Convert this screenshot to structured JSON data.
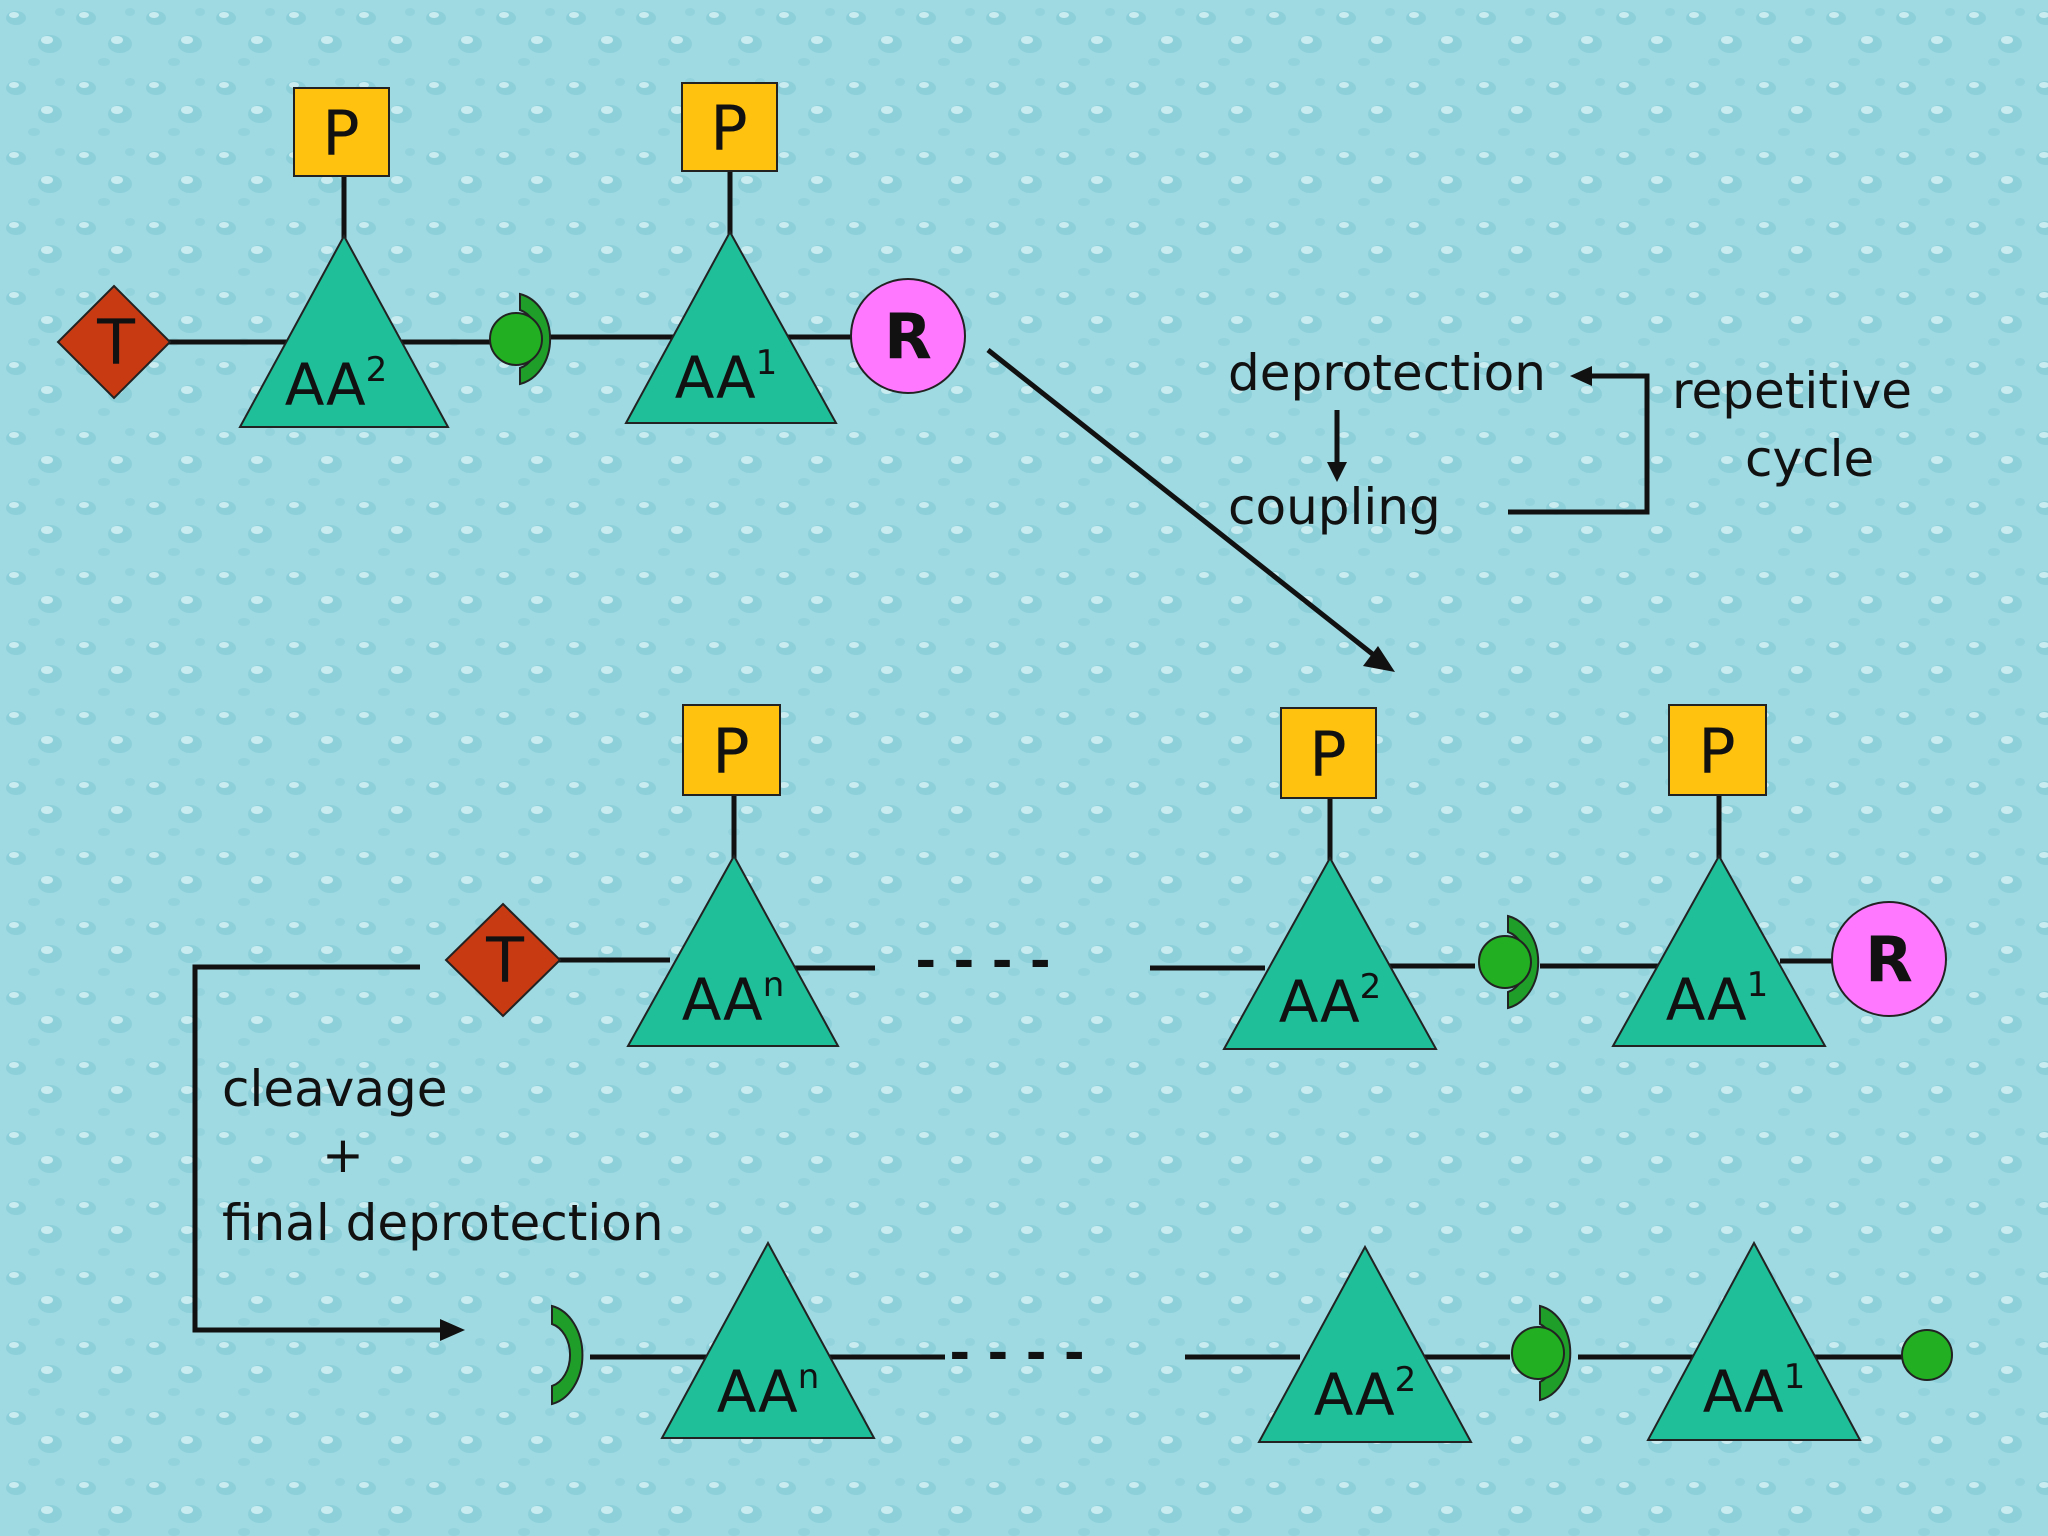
{
  "colors": {
    "background": "#9fd9e2",
    "background_dark": "#7cc4d2",
    "triangle": "#1fbf9a",
    "protect_box": "#ffc20e",
    "linker_diamond": "#c83a12",
    "resin_circle": "#ff78ff",
    "bond_green": "#22b022",
    "bond_cap": "#1f9f2a",
    "line": "#111111"
  },
  "labels": {
    "protect": "P",
    "linker": "T",
    "resin": "R",
    "aa_base": "AA",
    "aa1_sup": "1",
    "aa2_sup": "2",
    "aan_sup": "n",
    "dash": "- - - -",
    "deprotection": "deprotection",
    "coupling": "coupling",
    "repetitive": "repetitive",
    "cycle": "cycle",
    "cleavage": "cleavage",
    "plus": "+",
    "final_deprotection": "final deprotection"
  },
  "icons": {
    "protect": "square-box",
    "linker": "diamond",
    "resin": "circle",
    "amino_acid": "triangle",
    "bond": "half-moon-cap-and-ball"
  }
}
